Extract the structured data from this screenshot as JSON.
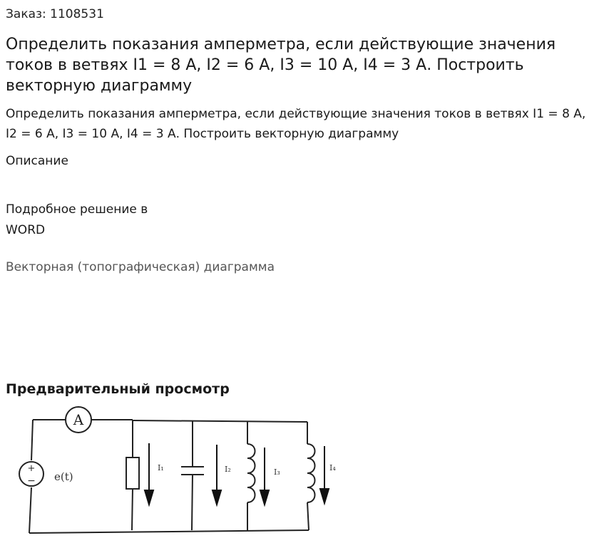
{
  "order": {
    "label": "Заказ: 1108531"
  },
  "title": "Определить показания амперметра, если действующие значения токов в ветвях I1 = 8 А, I2 = 6 А, I3 = 10 А, I4 = 3 А. Построить векторную диаграмму",
  "body_text": "Определить показания амперметра, если действующие значения токов в ветвях I1 = 8 А, I2 = 6 А, I3 = 10 А, I4 = 3 А. Построить векторную диаграмму",
  "description_heading": "Описание",
  "detail_line1": "Подробное решение в",
  "detail_line2": "WORD",
  "vector_diagram": "Векторная (топографическая) диаграмма",
  "preview_heading": "Предварительный просмотр",
  "circuit": {
    "ammeter": "A",
    "source": "e(t)",
    "plus": "+",
    "minus": "−",
    "i1": "I₁",
    "i2": "I₂",
    "i3": "I₃",
    "i4": "I₄"
  }
}
